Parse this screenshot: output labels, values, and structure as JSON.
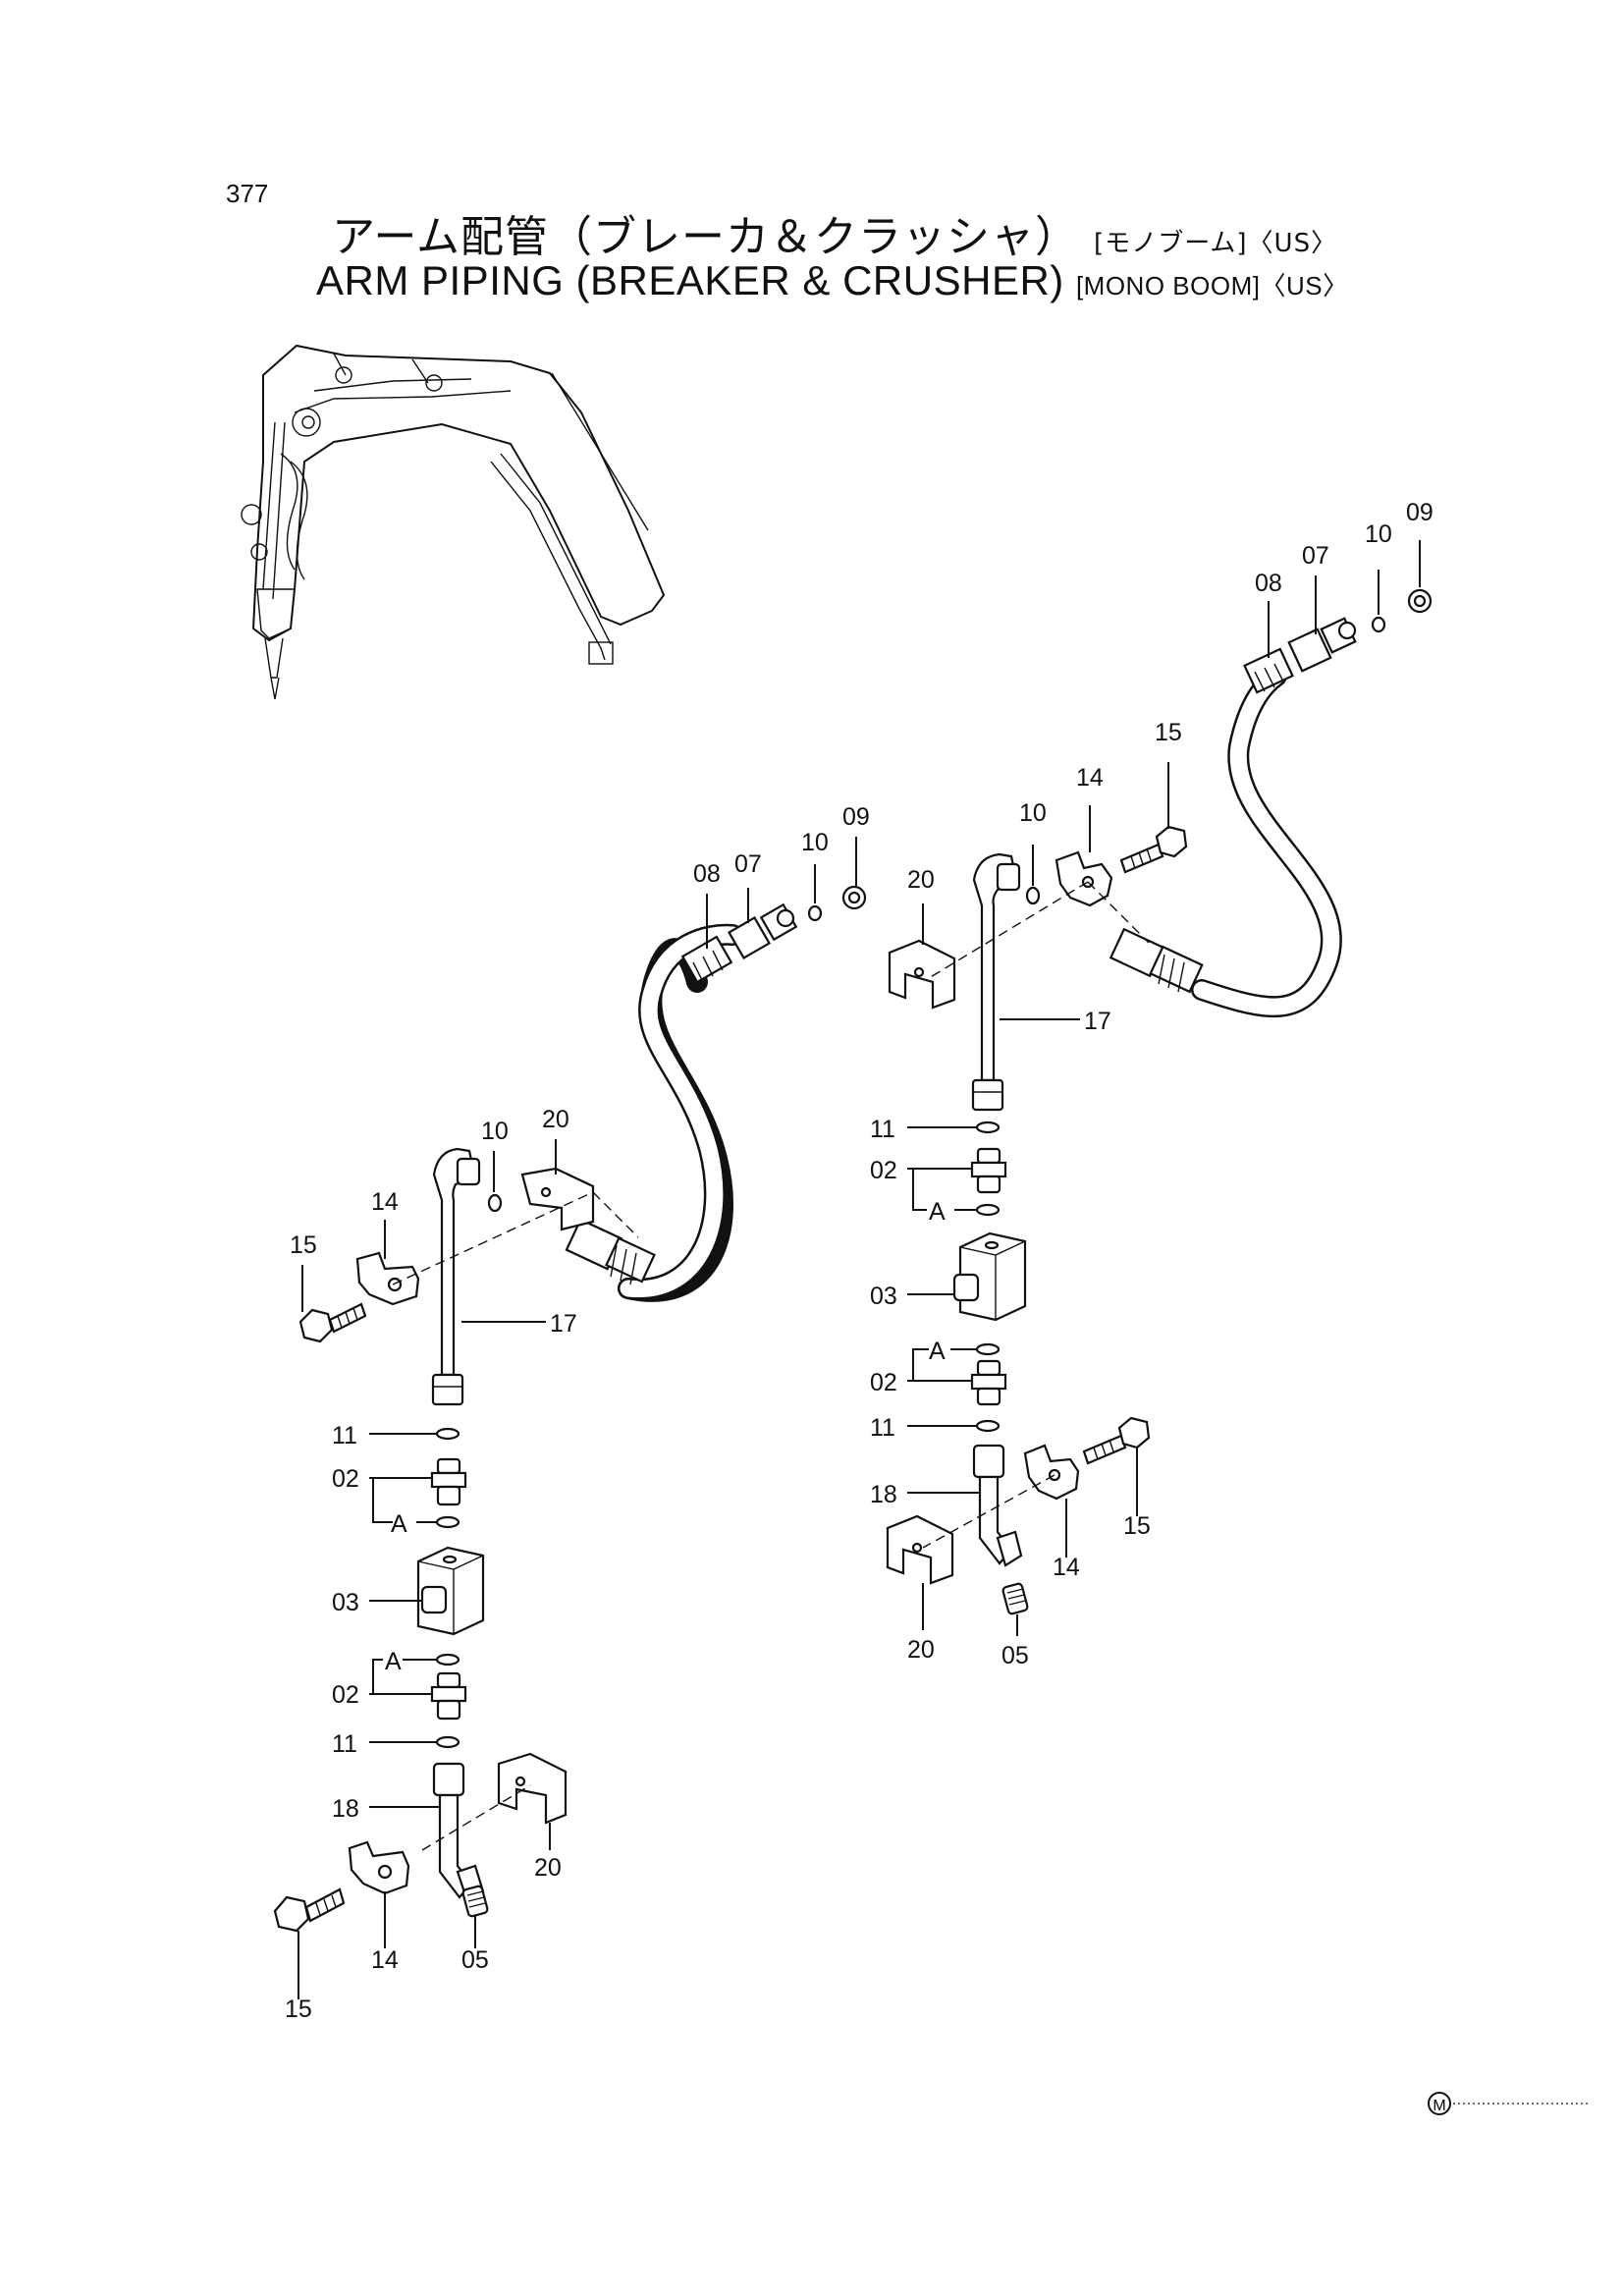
{
  "header": {
    "page_number": "377",
    "title_jp": "アーム配管（ブレーカ＆クラッシャ）",
    "title_jp_suffix": "[モノブーム]〈US〉",
    "title_en": "ARM  PIPING  (BREAKER & CRUSHER)",
    "title_en_suffix": "[MONO BOOM]〈US〉"
  },
  "labels": {
    "l_15_top": "15",
    "l_14_top": "14",
    "l_10_mid": "10",
    "l_20_mid": "20",
    "l_08": "08",
    "l_07": "07",
    "l_10_r": "10",
    "l_09": "09",
    "l_17": "17",
    "l_11_a": "11",
    "l_02_a": "02",
    "l_A_a": "A",
    "l_03": "03",
    "l_A_b": "A",
    "l_02_b": "02",
    "l_11_b": "11",
    "l_18": "18",
    "l_20_bot": "20",
    "l_14_bot": "14",
    "l_05": "05",
    "l_15_bot": "15",
    "r_08": "08",
    "r_07": "07",
    "r_10_top": "10",
    "r_09": "09",
    "r_15_top": "15",
    "r_14_top": "14",
    "r_10_mid": "10",
    "r_20_top": "20",
    "r_17": "17",
    "r_11_a": "11",
    "r_02_a": "02",
    "r_A_a": "A",
    "r_03": "03",
    "r_A_b": "A",
    "r_02_b": "02",
    "r_11_b": "11",
    "r_18": "18",
    "r_15_bot": "15",
    "r_14_bot": "14",
    "r_20_bot": "20",
    "r_05": "05"
  },
  "footer": {
    "mark": "M"
  }
}
